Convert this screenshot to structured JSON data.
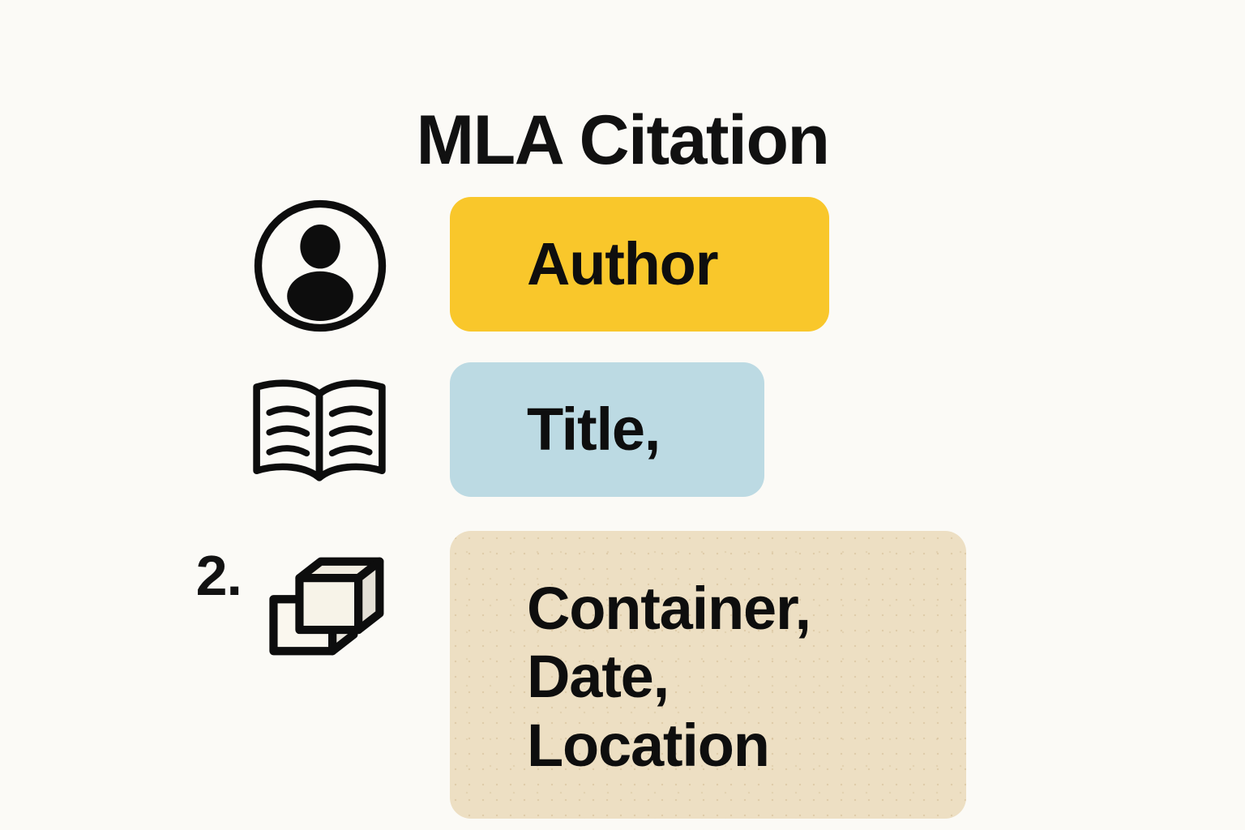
{
  "page": {
    "title": "MLA Citation",
    "background_color": "#FBFAF6",
    "text_color": "#111111"
  },
  "rows": [
    {
      "id": "author",
      "icon": "person-circle-icon",
      "step_number": "",
      "label": "Author",
      "badge_color": "#F9C72B"
    },
    {
      "id": "title",
      "icon": "open-book-icon",
      "step_number": "",
      "label": "Title,",
      "badge_color": "#BCDAE3"
    },
    {
      "id": "container",
      "icon": "stacked-boxes-icon",
      "step_number": "2.",
      "label": "Container,\nDate,\nLocation",
      "badge_color": "#EDDFC3"
    }
  ]
}
